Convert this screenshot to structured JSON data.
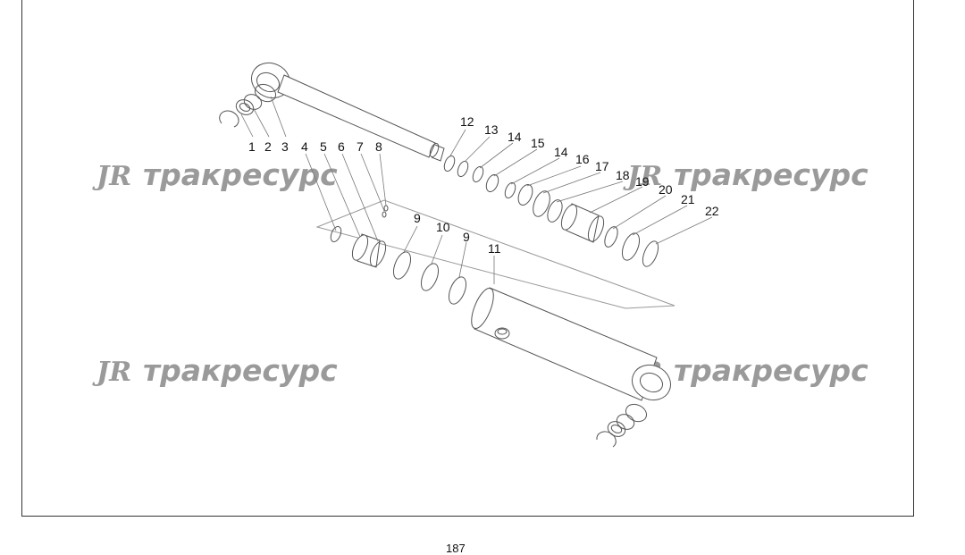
{
  "callouts": [
    "1",
    "2",
    "3",
    "4",
    "5",
    "6",
    "7",
    "8",
    "9",
    "10",
    "9",
    "11",
    "12",
    "13",
    "14",
    "15",
    "14",
    "16",
    "17",
    "18",
    "19",
    "20",
    "21",
    "22"
  ],
  "watermark": {
    "logo": "ЈR",
    "text": "тракресурс"
  },
  "page_number": "187"
}
